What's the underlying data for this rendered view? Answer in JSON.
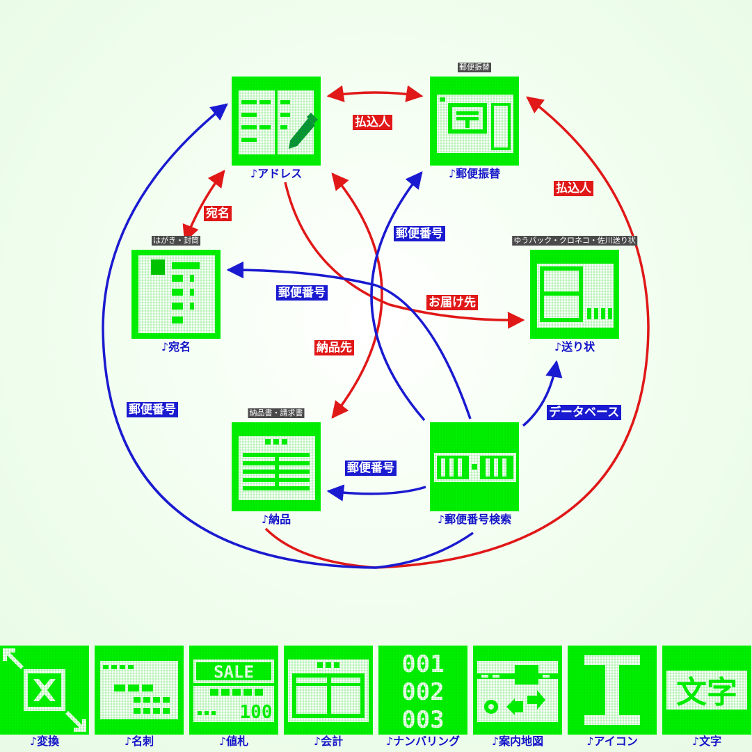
{
  "nodes": {
    "address": {
      "label": "♪アドレス",
      "caption": ""
    },
    "furikae": {
      "label": "♪郵便振替",
      "caption": "郵便振替"
    },
    "atena": {
      "label": "♪宛名",
      "caption": "はがき・封筒"
    },
    "okurijo": {
      "label": "♪送り状",
      "caption": "ゆうパック・クロネコ・佐川送り状"
    },
    "nohin": {
      "label": "♪納品",
      "caption": "納品書・請求書"
    },
    "yubin_search": {
      "label": "♪郵便番号検索",
      "caption": ""
    }
  },
  "edges": {
    "address_furikae": "払込人",
    "address_atena": "宛名",
    "furikae_right": "払込人",
    "yubin_furikae": "郵便番号",
    "yubin_atena": "郵便番号",
    "address_okurijo": "お届け先",
    "nohin_address": "納品先",
    "outer_left": "郵便番号",
    "database": "データベース",
    "yubin_nohin": "郵便番号"
  },
  "bottom": [
    {
      "label": "♪変換"
    },
    {
      "label": "♪名刺"
    },
    {
      "label": "♪値札"
    },
    {
      "label": "♪会計"
    },
    {
      "label": "♪ナンバリング"
    },
    {
      "label": "♪案内地図"
    },
    {
      "label": "♪アイコン"
    },
    {
      "label": "♪文字"
    }
  ],
  "icon_text": {
    "sale": "SALE",
    "hundred": "100",
    "num1": "001",
    "num2": "002",
    "num3": "003",
    "moji": "文字"
  },
  "colors": {
    "tile": "#00f000",
    "red_arrow": "#e01818",
    "blue_arrow": "#1a1ad0",
    "label_text": "#1414c8"
  }
}
